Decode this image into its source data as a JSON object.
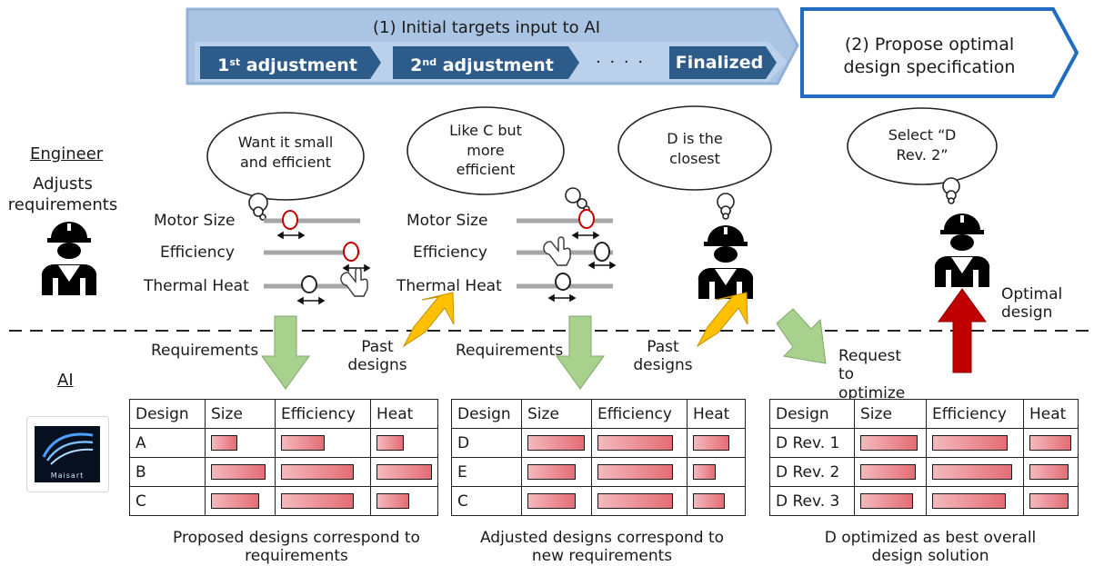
{
  "process": {
    "phase1_label": "(1) Initial targets input to AI",
    "steps": [
      {
        "main": "1",
        "sup": "st",
        "rest": " adjustment"
      },
      {
        "main": "2",
        "sup": "nd",
        "rest": " adjustment"
      },
      {
        "main": "Finalized",
        "sup": "",
        "rest": ""
      }
    ],
    "dots": "· · · ·",
    "phase2_label": "(2) Propose optimal design specification"
  },
  "roles": {
    "engineer_title": "Engineer",
    "engineer_sub": "Adjusts requirements",
    "ai_title": "AI",
    "logo_text": "Maisart"
  },
  "thoughts": [
    "Want it small and efficient",
    "Like C but more efficient",
    "D is the closest",
    "Select “D Rev. 2”"
  ],
  "sliders": {
    "labels": [
      "Motor Size",
      "Efficiency",
      "Thermal Heat"
    ]
  },
  "flows": {
    "requirements_1": "Requirements",
    "past_designs_1": "Past designs",
    "requirements_2": "Requirements",
    "past_designs_2": "Past designs",
    "request": "Request to optimize",
    "optimal": "Optimal design"
  },
  "tables": [
    {
      "headers": [
        "Design",
        "Size",
        "Efficiency",
        "Heat"
      ],
      "rows": [
        {
          "name": "A",
          "size": 0.42,
          "efficiency": 0.5,
          "heat": 0.45
        },
        {
          "name": "B",
          "size": 0.9,
          "efficiency": 0.85,
          "heat": 0.95
        },
        {
          "name": "C",
          "size": 0.8,
          "efficiency": 0.85,
          "heat": 0.55
        }
      ],
      "caption": "Proposed designs correspond to requirements"
    },
    {
      "headers": [
        "Design",
        "Size",
        "Efficiency",
        "Heat"
      ],
      "rows": [
        {
          "name": "D",
          "size": 0.95,
          "efficiency": 0.88,
          "heat": 0.75
        },
        {
          "name": "E",
          "size": 0.8,
          "efficiency": 0.88,
          "heat": 0.45
        },
        {
          "name": "C",
          "size": 0.8,
          "efficiency": 0.88,
          "heat": 0.65
        }
      ],
      "caption": "Adjusted designs correspond to new requirements"
    },
    {
      "headers": [
        "Design",
        "Size",
        "Efficiency",
        "Heat"
      ],
      "rows": [
        {
          "name": "D Rev. 1",
          "size": 0.92,
          "efficiency": 0.9,
          "heat": 0.92
        },
        {
          "name": "D Rev. 2",
          "size": 0.9,
          "efficiency": 0.95,
          "heat": 0.85
        },
        {
          "name": "D Rev. 3",
          "size": 0.85,
          "efficiency": 0.88,
          "heat": 0.85
        }
      ],
      "caption": "D optimized as best overall design solution"
    }
  ],
  "colors": {
    "step_fill": "#2d5b8a",
    "phase1_fill": "#aac4e4",
    "phase2_border": "#1f6cc0",
    "green_arrow": "#a9d18e",
    "yellow_arrow": "#ffc000",
    "red_arrow": "#c00000",
    "knob_selected": "#c00000"
  }
}
